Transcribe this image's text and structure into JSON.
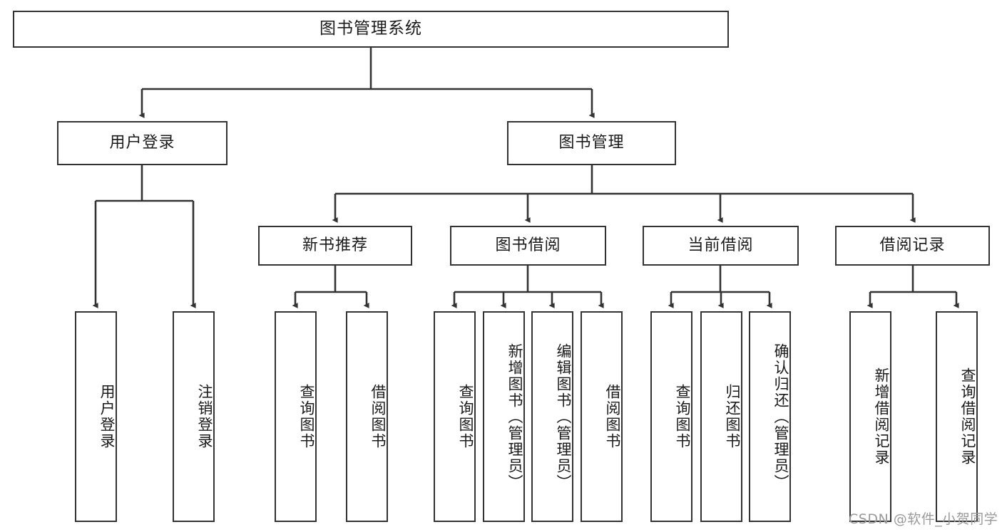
{
  "diagram": {
    "type": "tree",
    "title": "图书管理系统",
    "orientation": "top-down",
    "colors": {
      "box_border": "#333333",
      "box_fill": "#ffffff",
      "edge": "#333333",
      "text": "#1a1a1a",
      "watermark": "#9a9a9a"
    },
    "root": {
      "label": "图书管理系统"
    },
    "level2": [
      {
        "label": "用户登录"
      },
      {
        "label": "图书管理"
      }
    ],
    "level3": [
      {
        "label": "新书推荐"
      },
      {
        "label": "图书借阅"
      },
      {
        "label": "当前借阅"
      },
      {
        "label": "借阅记录"
      }
    ],
    "leaves": {
      "user_login": [
        {
          "label": "用户登录"
        },
        {
          "label": "注销登录"
        }
      ],
      "new_book_recommend": [
        {
          "label": "查询图书"
        },
        {
          "label": "借阅图书"
        }
      ],
      "book_borrow": [
        {
          "label": "查询图书"
        },
        {
          "label": "新增图书（管理员）"
        },
        {
          "label": "编辑图书（管理员）"
        },
        {
          "label": "借阅图书"
        }
      ],
      "current_borrow": [
        {
          "label": "查询图书"
        },
        {
          "label": "归还图书"
        },
        {
          "label": "确认归还（管理员）"
        }
      ],
      "borrow_record": [
        {
          "label": "新增借阅记录"
        },
        {
          "label": "查询借阅记录"
        }
      ]
    }
  },
  "watermark": {
    "text": "CSDN @软件_小贺同学"
  }
}
